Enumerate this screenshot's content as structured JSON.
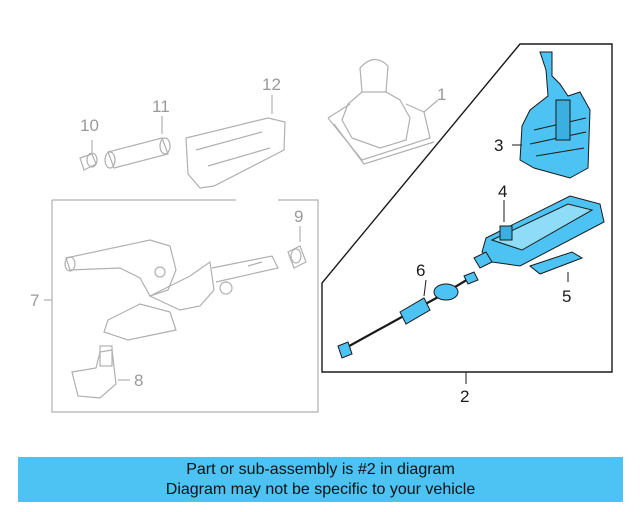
{
  "callouts": {
    "c1": "1",
    "c2": "2",
    "c3": "3",
    "c4": "4",
    "c5": "5",
    "c6": "6",
    "c7": "7",
    "c8": "8",
    "c9": "9",
    "c10": "10",
    "c11": "11",
    "c12": "12"
  },
  "banner": {
    "line1": "Part or sub-assembly is #2 in diagram",
    "line2": "Diagram may not be specific to your vehicle"
  },
  "colors": {
    "highlight_part": "#4cc3f3",
    "banner_bg": "#4cc3f3",
    "gray_part_stroke": "#b0b0b0",
    "dark_stroke": "#1a1a1a"
  }
}
